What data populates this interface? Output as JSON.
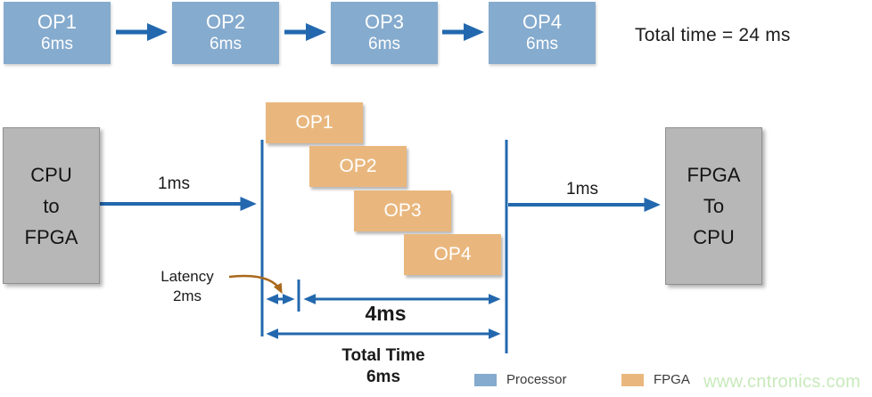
{
  "colors": {
    "processor_blue": "#85abce",
    "fpga_orange": "#e9b77e",
    "arrow_blue": "#2368ae",
    "box_gray": "#b7b7b7",
    "latency_brown": "#a9681c",
    "watermark_green": "#c7eabb"
  },
  "top_pipeline": {
    "ops": [
      {
        "label": "OP1",
        "time": "6ms"
      },
      {
        "label": "OP2",
        "time": "6ms"
      },
      {
        "label": "OP3",
        "time": "6ms"
      },
      {
        "label": "OP4",
        "time": "6ms"
      }
    ],
    "total_time": "Total time = 24 ms"
  },
  "fpga_diagram": {
    "cpu_box": {
      "lines": [
        "CPU",
        "to",
        "FPGA"
      ]
    },
    "fpga_box": {
      "lines": [
        "FPGA",
        "To",
        "CPU"
      ]
    },
    "transfer_in": "1ms",
    "transfer_out": "1ms",
    "ops": [
      "OP1",
      "OP2",
      "OP3",
      "OP4"
    ],
    "latency_label": "Latency",
    "latency_value": "2ms",
    "pipeline_span": "4ms",
    "total_label": "Total Time",
    "total_value": "6ms"
  },
  "legend": {
    "processor": "Processor",
    "fpga": "FPGA"
  },
  "watermark": "www.cntronics.com"
}
